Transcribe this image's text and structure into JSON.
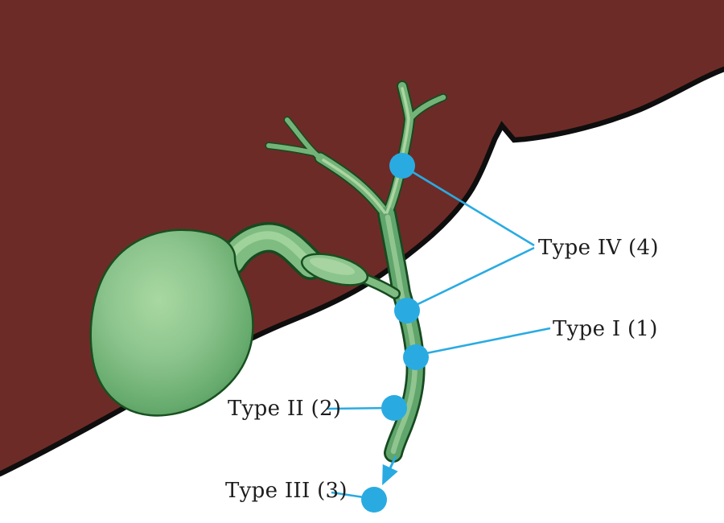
{
  "diagram": {
    "description": "Biliary tree and gallbladder diagram with liver silhouette and cyst type markers",
    "background_color": "#ffffff",
    "colors": {
      "liver_fill": "#6d2b27",
      "liver_outline": "#0e0e0e",
      "duct_dark": "#164a20",
      "duct_mid": "#74b377",
      "duct_mid_lower": "#60a56c",
      "duct_highlight": "#b2d9a8",
      "gallbladder_center": "#a9d8a2",
      "gallbladder_edge": "#4c9155",
      "marker_blue": "#29abe2",
      "label_color": "#1d1d1d"
    },
    "labels": {
      "type_iv": "Type IV (4)",
      "type_i": "Type I (1)",
      "type_ii": "Type II (2)",
      "type_iii": "Type III (3)"
    },
    "markers": [
      {
        "name": "type-iv-upper-dot"
      },
      {
        "name": "type-iv-lower-dot"
      },
      {
        "name": "type-i-dot"
      },
      {
        "name": "type-ii-dot"
      },
      {
        "name": "type-iii-dot"
      }
    ]
  }
}
